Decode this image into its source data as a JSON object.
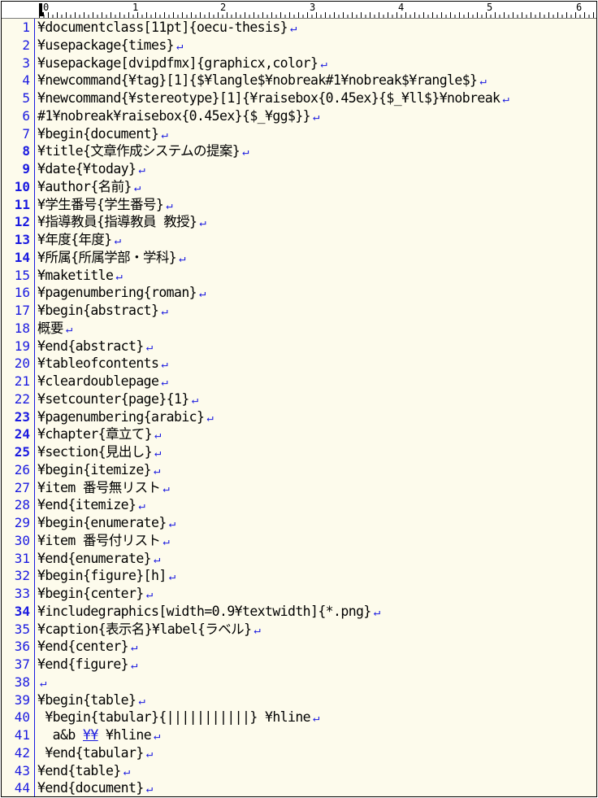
{
  "ruler": {
    "labels": [
      "0",
      "1",
      "2",
      "3",
      "4",
      "5",
      "6"
    ]
  },
  "newline_glyph": "↵",
  "colors": {
    "line_number": "#1a1ae0",
    "background": "#fdfbec",
    "newline_mark": "#1a1ae0"
  },
  "lines": [
    {
      "n": "1",
      "bold": false,
      "text": "¥documentclass[11pt]{oecu-thesis}"
    },
    {
      "n": "2",
      "bold": false,
      "text": "¥usepackage{times}"
    },
    {
      "n": "3",
      "bold": false,
      "text": "¥usepackage[dvipdfmx]{graphicx,color}"
    },
    {
      "n": "4",
      "bold": false,
      "text": "¥newcommand{¥tag}[1]{$¥langle$¥nobreak#1¥nobreak$¥rangle$}"
    },
    {
      "n": "5",
      "bold": false,
      "text": "¥newcommand{¥stereotype}[1]{¥raisebox{0.45ex}{$_¥ll$}¥nobreak"
    },
    {
      "n": "6",
      "bold": false,
      "text": "#1¥nobreak¥raisebox{0.45ex}{$_¥gg$}}"
    },
    {
      "n": "7",
      "bold": false,
      "text": "¥begin{document}"
    },
    {
      "n": "8",
      "bold": true,
      "text": "¥title{文章作成システムの提案}"
    },
    {
      "n": "9",
      "bold": true,
      "text": "¥date{¥today}"
    },
    {
      "n": "10",
      "bold": true,
      "text": "¥author{名前}"
    },
    {
      "n": "11",
      "bold": true,
      "text": "¥学生番号{学生番号}"
    },
    {
      "n": "12",
      "bold": true,
      "text": "¥指導教員{指導教員 教授}"
    },
    {
      "n": "13",
      "bold": true,
      "text": "¥年度{年度}"
    },
    {
      "n": "14",
      "bold": true,
      "text": "¥所属{所属学部・学科}"
    },
    {
      "n": "15",
      "bold": false,
      "text": "¥maketitle"
    },
    {
      "n": "16",
      "bold": false,
      "text": "¥pagenumbering{roman}"
    },
    {
      "n": "17",
      "bold": false,
      "text": "¥begin{abstract}"
    },
    {
      "n": "18",
      "bold": false,
      "text": "概要"
    },
    {
      "n": "19",
      "bold": false,
      "text": "¥end{abstract}"
    },
    {
      "n": "20",
      "bold": false,
      "text": "¥tableofcontents"
    },
    {
      "n": "21",
      "bold": false,
      "text": "¥cleardoublepage"
    },
    {
      "n": "22",
      "bold": false,
      "text": "¥setcounter{page}{1}"
    },
    {
      "n": "23",
      "bold": true,
      "text": "¥pagenumbering{arabic}"
    },
    {
      "n": "24",
      "bold": true,
      "text": "¥chapter{章立て}"
    },
    {
      "n": "25",
      "bold": true,
      "text": "¥section{見出し}"
    },
    {
      "n": "26",
      "bold": false,
      "text": "¥begin{itemize}"
    },
    {
      "n": "27",
      "bold": false,
      "text": "¥item 番号無リスト"
    },
    {
      "n": "28",
      "bold": false,
      "text": "¥end{itemize}"
    },
    {
      "n": "29",
      "bold": false,
      "text": "¥begin{enumerate}"
    },
    {
      "n": "30",
      "bold": false,
      "text": "¥item 番号付リスト"
    },
    {
      "n": "31",
      "bold": false,
      "text": "¥end{enumerate}"
    },
    {
      "n": "32",
      "bold": false,
      "text": "¥begin{figure}[h]"
    },
    {
      "n": "33",
      "bold": false,
      "text": "¥begin{center}"
    },
    {
      "n": "34",
      "bold": true,
      "text": "¥includegraphics[width=0.9¥textwidth]{*.png}"
    },
    {
      "n": "35",
      "bold": false,
      "text": "¥caption{表示名}¥label{ラベル}"
    },
    {
      "n": "36",
      "bold": false,
      "text": "¥end{center}"
    },
    {
      "n": "37",
      "bold": false,
      "text": "¥end{figure}"
    },
    {
      "n": "38",
      "bold": false,
      "text": ""
    },
    {
      "n": "39",
      "bold": false,
      "text": "¥begin{table}"
    },
    {
      "n": "40",
      "bold": false,
      "text": " ¥begin{tabular}{|||||||||||} ¥hline"
    },
    {
      "n": "41",
      "bold": false,
      "text": "  a&b ",
      "ul": "¥¥",
      "rest": " ¥hline"
    },
    {
      "n": "42",
      "bold": false,
      "text": " ¥end{tabular}"
    },
    {
      "n": "43",
      "bold": false,
      "text": "¥end{table}"
    },
    {
      "n": "44",
      "bold": false,
      "text": "¥end{document}"
    }
  ]
}
